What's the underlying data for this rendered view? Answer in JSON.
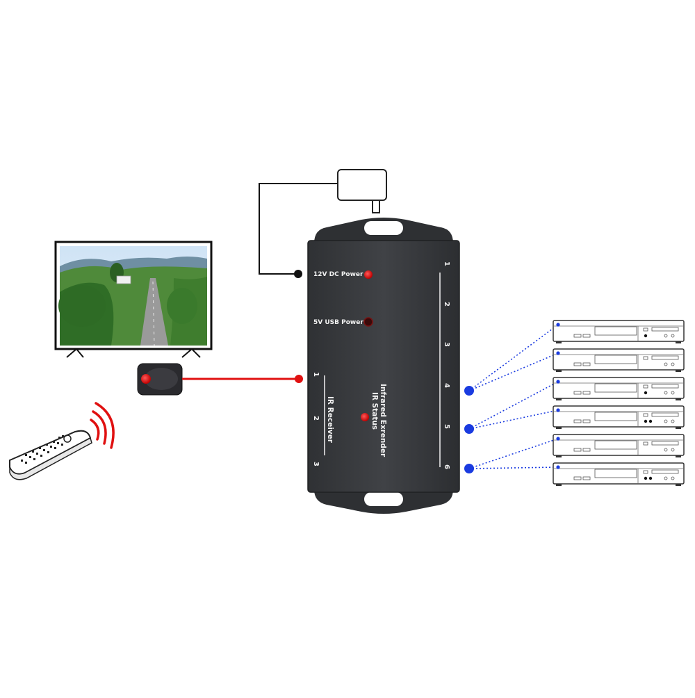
{
  "hub": {
    "power_12v_label": "12V DC Power",
    "power_5v_label": "5V USB Power",
    "product_label": "Infrared Exrender",
    "ir_status_label": "IR Status",
    "receiver_label": "IR Receiver",
    "receiver_ports": [
      "1",
      "2",
      "3"
    ],
    "emitter_ports": [
      "1",
      "2",
      "3",
      "4",
      "5",
      "6"
    ]
  },
  "colors": {
    "hub_body": "#3a3c40",
    "signal_red": "#e01010",
    "emitter_blue": "#1a3be0",
    "line_black": "#111111"
  },
  "icons": {
    "power_adapter": "power-adapter-icon",
    "tv": "tv-icon",
    "ir_receiver": "ir-receiver-eye-icon",
    "remote": "remote-control-icon",
    "ir_waves": "ir-signal-waves-icon",
    "devices": "set-top-box-icon"
  },
  "devices": {
    "dot_patterns": [
      1,
      0,
      1,
      2,
      0,
      2
    ]
  }
}
